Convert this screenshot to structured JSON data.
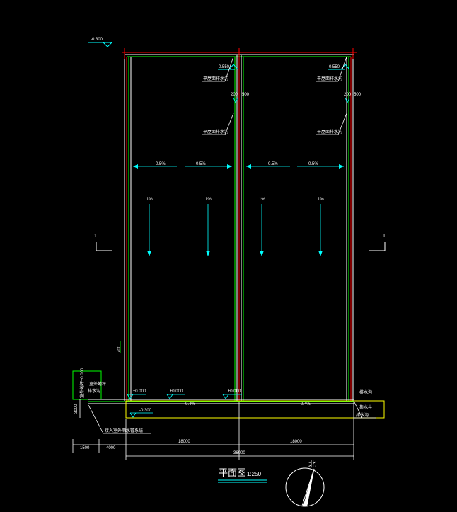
{
  "drawing": {
    "title": "平面图",
    "scale": "1:250",
    "north_label": "北",
    "colors": {
      "background": "#000000",
      "wall_white": "#ffffff",
      "wall_green": "#00ff00",
      "wall_red": "#ff0000",
      "annotation": "#00ffff",
      "accent_yellow": "#ffff00"
    },
    "top_left_level": "-0.300",
    "section_marks": {
      "left": "1",
      "right": "1"
    },
    "left_room": {
      "level_top": "0.550",
      "drain_label_1": "平屋面排水沟",
      "dim_a": "200",
      "dim_b": "500",
      "drain_label_2": "平屋面排水沟",
      "slope_left": "0.5%",
      "slope_right": "0.5%",
      "arrow_left": "1%",
      "arrow_right": "1%"
    },
    "right_room": {
      "level_top": "0.550",
      "drain_label_1": "平屋面排水沟",
      "dim_a": "200",
      "dim_b": "500",
      "drain_label_2": "平屋面排水沟",
      "slope_left": "0.5%",
      "slope_right": "0.5%",
      "arrow_left": "1%",
      "arrow_right": "1%"
    },
    "left_wall_mark": "700",
    "legend_box": {
      "line1": "室外地坪",
      "line2": "排水沟",
      "vertical_text": "室外地坪±0.000"
    },
    "bottom_levels": {
      "l1": "±0.000",
      "l2": "±0.000",
      "l3": "±0.000",
      "l4": "-0.300"
    },
    "strip_labels": {
      "s1": "0.4%",
      "s2": "0.4%"
    },
    "right_labels": {
      "r1": "排水沟",
      "r2": "集水井",
      "r3": "排水沟"
    },
    "left_vertical_dim": "3000",
    "bottom_note": "接入室外雨水管系统",
    "dim_row_1": {
      "a": "1500",
      "b": "4000",
      "c": "18000",
      "d": "18000"
    },
    "dim_row_2": {
      "total": "36000"
    }
  }
}
